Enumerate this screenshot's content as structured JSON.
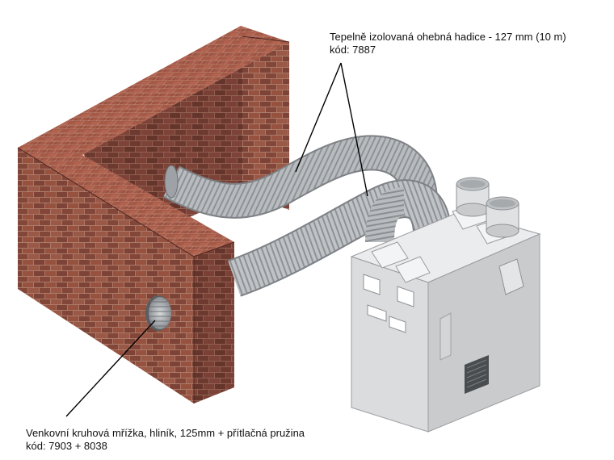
{
  "callouts": {
    "hose": {
      "title": "Tepelně izolovaná ohebná hadice - 127 mm (10 m)",
      "code": "kód: 7887"
    },
    "grille": {
      "title": "Venkovní kruhová mřížka, hliník, 125mm + přítlačná pružina",
      "code": "kód: 7903 + 8038"
    }
  },
  "colors": {
    "brick_front": "#8a4a3c",
    "brick_side": "#6e3a30",
    "brick_top": "#a55a48",
    "mortar": "#c9a08c",
    "hose": "#b9bcbf",
    "hose_dark": "#8e9296",
    "unit_body": "#dadcde",
    "unit_side": "#c4c6c8",
    "unit_top": "#ebecee"
  }
}
